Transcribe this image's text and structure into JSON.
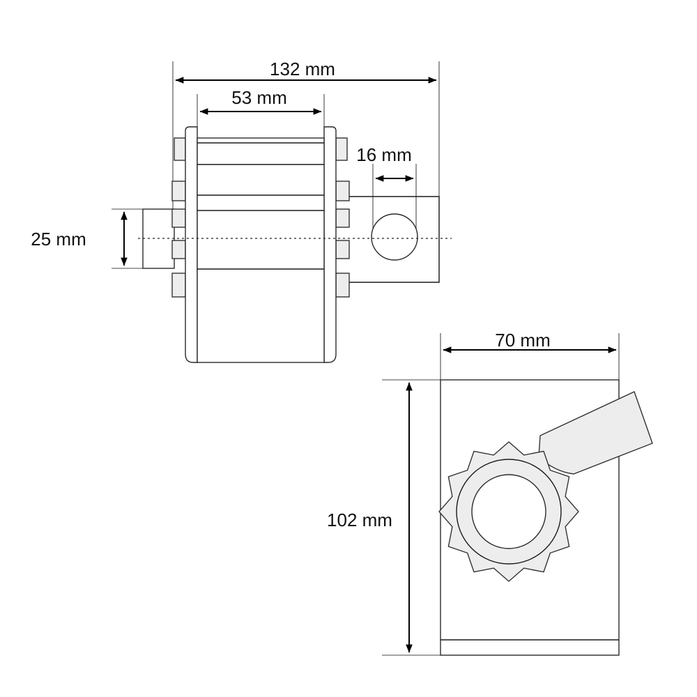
{
  "dimensions": {
    "overall_width": "132 mm",
    "drum_width": "53 mm",
    "shaft_offset": "16 mm",
    "shaft_diameter": "25 mm",
    "base_width": "70 mm",
    "base_height": "102 mm"
  },
  "colors": {
    "line": "#1a1a1a",
    "gear_fill": "#ededed",
    "background": "#ffffff"
  }
}
